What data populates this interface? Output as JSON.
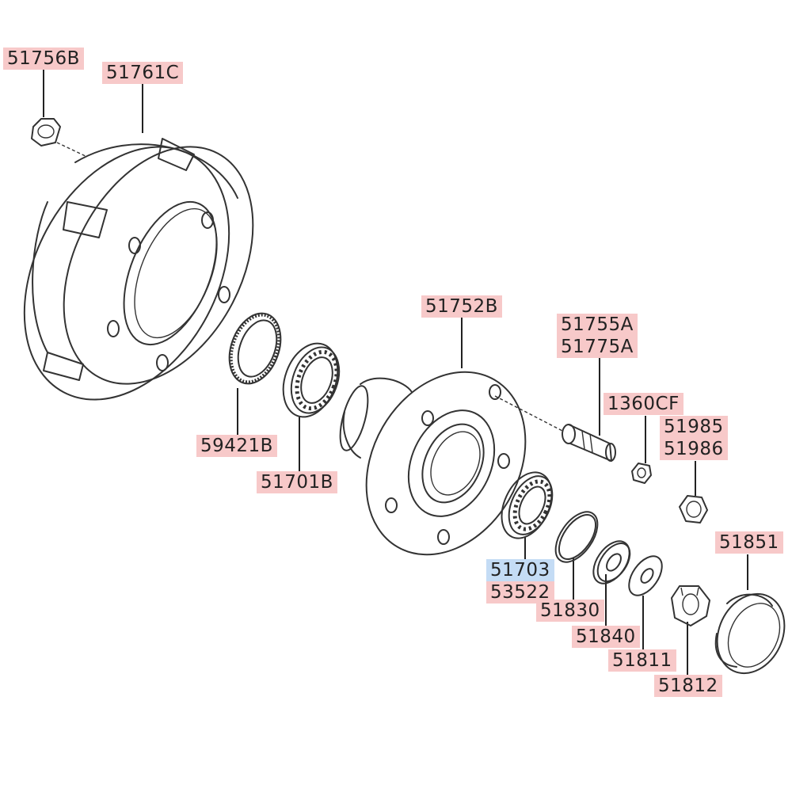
{
  "diagram": {
    "callouts": [
      {
        "id": "c1",
        "text": "51756B",
        "color": "#f7c9c9"
      },
      {
        "id": "c2",
        "text": "51761C",
        "color": "#f7c9c9"
      },
      {
        "id": "c3",
        "text": "51752B",
        "color": "#f7c9c9"
      },
      {
        "id": "c4",
        "text": "51755A",
        "color": "#f7c9c9"
      },
      {
        "id": "c5",
        "text": "51775A",
        "color": "#f7c9c9"
      },
      {
        "id": "c6",
        "text": "1360CF",
        "color": "#f7c9c9"
      },
      {
        "id": "c7",
        "text": "51985",
        "color": "#f7c9c9"
      },
      {
        "id": "c8",
        "text": "51986",
        "color": "#f7c9c9"
      },
      {
        "id": "c9",
        "text": "59421B",
        "color": "#f7c9c9"
      },
      {
        "id": "c10",
        "text": "51701B",
        "color": "#f7c9c9"
      },
      {
        "id": "c11",
        "text": "51703",
        "color": "#c4dcf5"
      },
      {
        "id": "c12",
        "text": "53522",
        "color": "#f7c9c9"
      },
      {
        "id": "c13",
        "text": "51830",
        "color": "#f7c9c9"
      },
      {
        "id": "c14",
        "text": "51840",
        "color": "#f7c9c9"
      },
      {
        "id": "c15",
        "text": "51811",
        "color": "#f7c9c9"
      },
      {
        "id": "c16",
        "text": "51812",
        "color": "#f7c9c9"
      },
      {
        "id": "c17",
        "text": "51851",
        "color": "#f7c9c9"
      }
    ],
    "parts": [
      {
        "icon": "nut-icon"
      },
      {
        "icon": "brake-drum-icon"
      },
      {
        "icon": "tone-wheel-ring-icon"
      },
      {
        "icon": "outer-bearing-icon"
      },
      {
        "icon": "wheel-hub-icon"
      },
      {
        "icon": "wheel-bolt-icon"
      },
      {
        "icon": "small-nut-icon"
      },
      {
        "icon": "lug-nut-icon"
      },
      {
        "icon": "inner-bearing-icon"
      },
      {
        "icon": "o-ring-icon"
      },
      {
        "icon": "washer-icon"
      },
      {
        "icon": "thrust-washer-icon"
      },
      {
        "icon": "castle-nut-icon"
      },
      {
        "icon": "hub-cap-icon"
      }
    ]
  }
}
